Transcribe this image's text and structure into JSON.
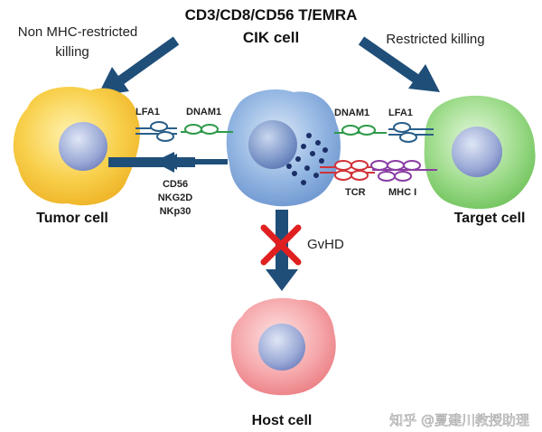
{
  "title": {
    "line1": "CD3/CD8/CD56 T/EMRA",
    "line2": "CIK cell"
  },
  "side_labels": {
    "left_line1": "Non MHC-restricted",
    "left_line2": "killing",
    "right": "Restricted killing"
  },
  "cells": {
    "tumor": "Tumor cell",
    "target": "Target cell",
    "host": "Host cell"
  },
  "receptors": {
    "lfa1_left": "LFA1",
    "dnam1_left": "DNAM1",
    "dnam1_right": "DNAM1",
    "lfa1_right": "LFA1",
    "nk_line1": "CD56",
    "nk_line2": "NKG2D",
    "nk_line3": "NKp30",
    "tcr": "TCR",
    "mhc": "MHC I"
  },
  "gvhd_label": "GvHD",
  "watermark": "知乎 @夏建川教授助理",
  "colors": {
    "arrow_blue": "#1f4e79",
    "tumor_yellow": "#f7c945",
    "target_green": "#8fd67e",
    "cik_blue": "#8fb3e0",
    "host_red": "#f4a0a3",
    "receptor_blue": "#2a5f8a",
    "receptor_green": "#2f9a4b",
    "tcr_red": "#d0343a",
    "mhc_purple": "#8a3fa3",
    "block_x": "#e02020"
  }
}
